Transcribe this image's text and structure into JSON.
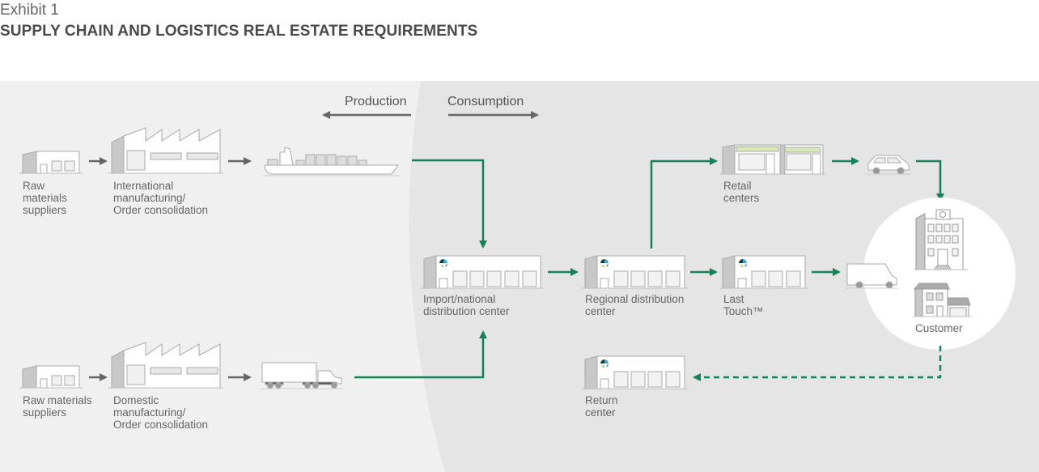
{
  "header": {
    "exhibit": "Exhibit 1",
    "title": "SUPPLY CHAIN AND LOGISTICS REAL ESTATE REQUIREMENTS"
  },
  "direction": {
    "production": "Production",
    "consumption": "Consumption"
  },
  "nodes": {
    "raw_intl": "Raw\nmaterials\nsuppliers",
    "mfg_intl": "International\nmanufacturing/\nOrder consolidation",
    "raw_dom": "Raw materials\nsuppliers",
    "mfg_dom": "Domestic\nmanufacturing/\nOrder consolidation",
    "import_dc": "Import/national\ndistribution center",
    "regional_dc": "Regional distribution\ncenter",
    "retail": "Retail\ncenters",
    "last_touch": "Last\nTouch™",
    "return_center": "Return\ncenter",
    "customer": "Customer"
  },
  "colors": {
    "flow_green": "#13845a",
    "production_bg": "#f0f0f0",
    "consumption_bg": "#e4e5e4",
    "neutral_arrow": "#666666",
    "lime_accent": "#d8e8b8"
  }
}
